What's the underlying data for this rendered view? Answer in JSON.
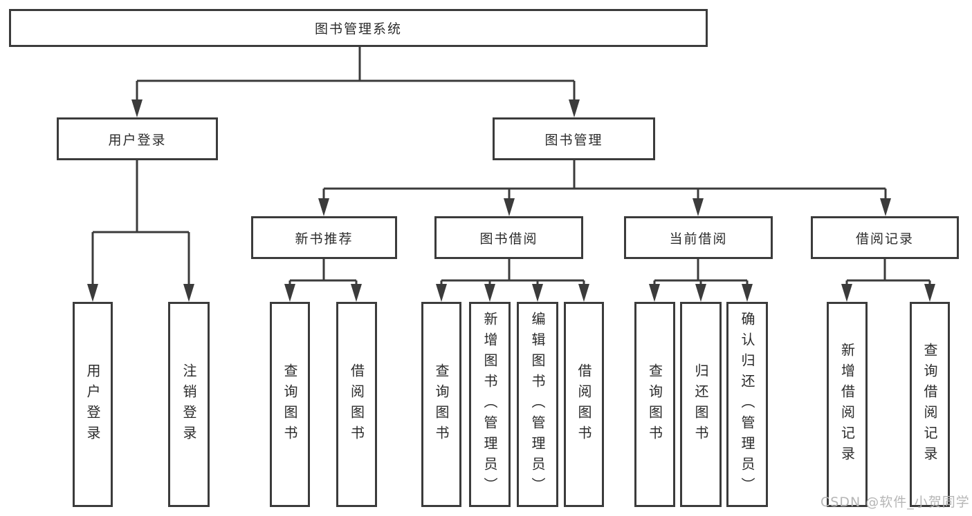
{
  "tree": {
    "root": "图书管理系统",
    "level2": [
      "用户登录",
      "图书管理"
    ],
    "level3": [
      "新书推荐",
      "图书借阅",
      "当前借阅",
      "借阅记录"
    ],
    "login_children": [
      "用户登录",
      "注销登录"
    ],
    "recommend_children": [
      "查询图书",
      "借阅图书"
    ],
    "borrow_children": [
      "查询图书",
      "新增图书（管理员）",
      "编辑图书（管理员）",
      "借阅图书"
    ],
    "current_children": [
      "查询图书",
      "归还图书",
      "确认归还（管理员）"
    ],
    "record_children": [
      "新增借阅记录",
      "查询借阅记录"
    ]
  },
  "watermark": "CSDN @软件_小贺同学",
  "colors": {
    "line": "#3b3b3b",
    "text": "#2b2b2b",
    "watermark": "#b6b6b6",
    "background": "#ffffff"
  }
}
